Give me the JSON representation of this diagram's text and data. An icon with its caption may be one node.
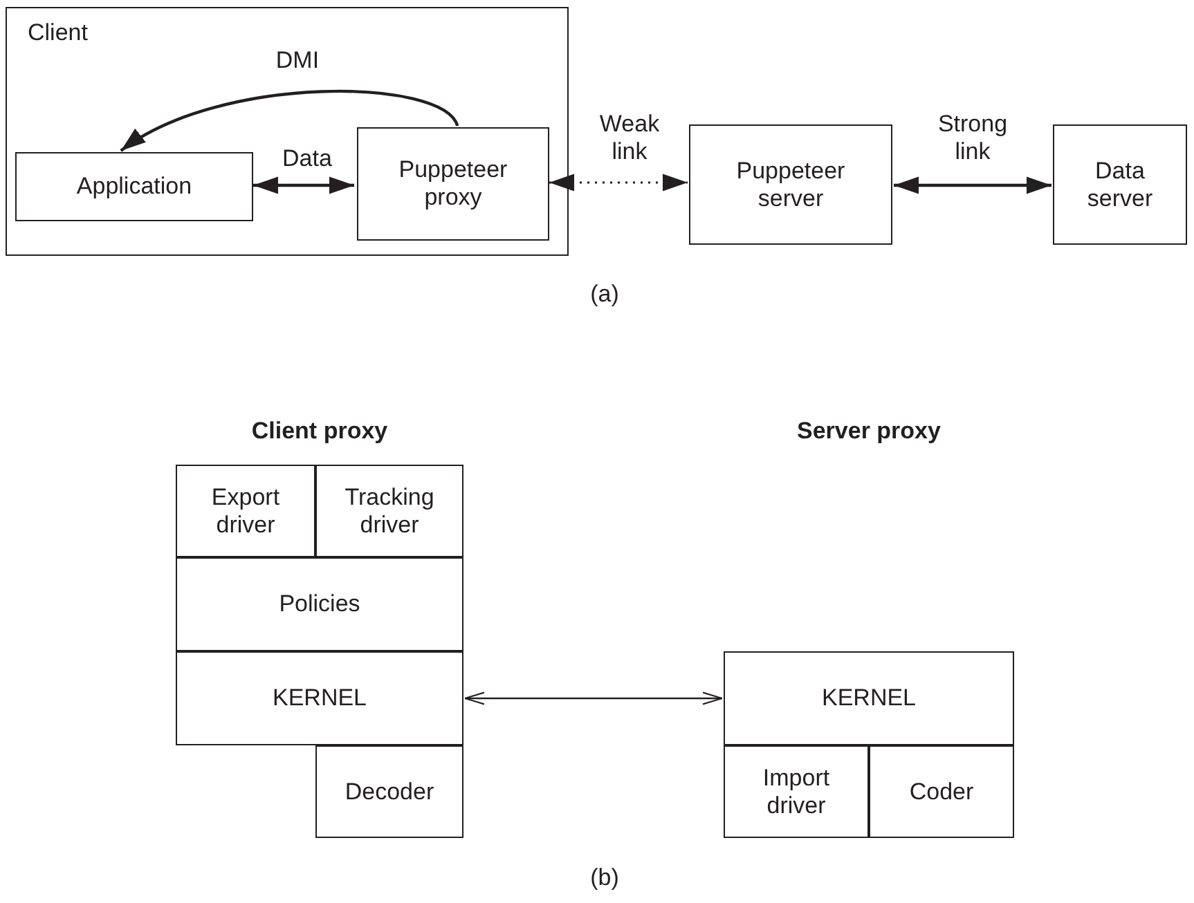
{
  "diagram": {
    "nodes": [
      {
        "text": [
          "Client"
        ]
      },
      {
        "text": [
          "Application"
        ],
        "in": 0
      },
      {
        "text": [
          "Puppeteer proxy"
        ],
        "in": 0
      },
      {
        "text": [
          "Puppeteer server"
        ]
      },
      {
        "text": [
          "Data server"
        ]
      },
      {
        "text": [
          "Export driver"
        ]
      },
      {
        "text": [
          "Tracking driver"
        ]
      },
      {
        "text": [
          "Policies"
        ]
      },
      {
        "text": [
          "KERNEL"
        ]
      },
      {
        "text": [
          "Decoder"
        ]
      },
      {
        "text": [
          "KERNEL"
        ]
      },
      {
        "text": [
          "Import driver"
        ]
      },
      {
        "text": [
          "Coder"
        ]
      }
    ],
    "edges": [
      {
        "from": 2,
        "to": 1,
        "label": "DMI",
        "arrow": "to"
      },
      {
        "from": 1,
        "to": 2,
        "label": "Data",
        "arrow": "both"
      },
      {
        "from": 2,
        "to": 3,
        "label": "Weak link",
        "arrow": "both",
        "style": "dashed"
      },
      {
        "from": 3,
        "to": 4,
        "label": "Strong link",
        "arrow": "both"
      },
      {
        "from": 8,
        "to": 10,
        "arrow": "both"
      }
    ],
    "labels": [
      "(a)",
      "Client proxy",
      "Server proxy",
      "(b)"
    ]
  }
}
